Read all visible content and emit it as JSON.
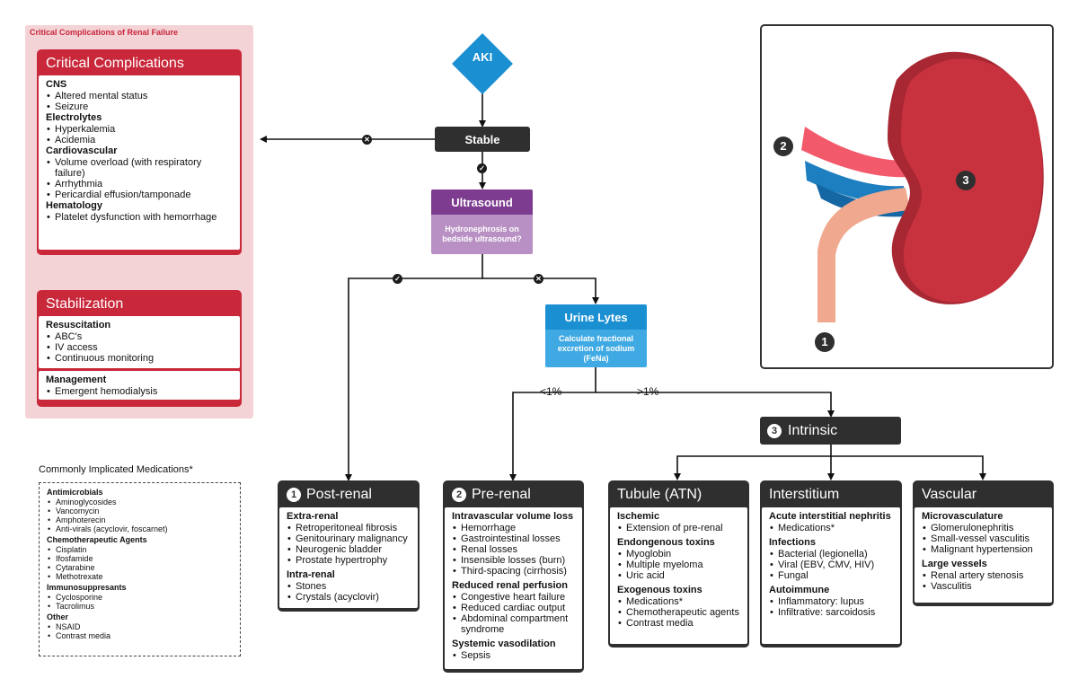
{
  "critical_panel": {
    "panel_title": "Critical Complications of Renal Failure",
    "complications": {
      "title": "Critical Complications",
      "sections": [
        {
          "title": "CNS",
          "items": [
            "Altered mental status",
            "Seizure"
          ]
        },
        {
          "title": "Electrolytes",
          "items": [
            "Hyperkalemia",
            "Acidemia"
          ]
        },
        {
          "title": "Cardiovascular",
          "items": [
            "Volume overload (with respiratory failure)",
            "Arrhythmia",
            "Pericardial effusion/tamponade"
          ]
        },
        {
          "title": "Hematology",
          "items": [
            "Platelet dysfunction with hemorrhage"
          ]
        }
      ]
    },
    "stabilization": {
      "title": "Stabilization",
      "resuscitation": {
        "title": "Resuscitation",
        "items": [
          "ABC's",
          "IV access",
          "Continuous monitoring"
        ]
      },
      "management": {
        "title": "Management",
        "items": [
          "Emergent hemodialysis"
        ]
      }
    }
  },
  "flow": {
    "aki": "AKI",
    "stable": "Stable",
    "ultrasound": {
      "title": "Ultrasound",
      "question": "Hydronephrosis on bedside ultrasound?"
    },
    "urine_lytes": {
      "title": "Urine Lytes",
      "text": "Calculate fractional excretion of sodium (FeNa)"
    },
    "fena_low": "<1%",
    "fena_high": ">1%",
    "intrinsic": {
      "number": "3",
      "title": "Intrinsic"
    }
  },
  "post_renal": {
    "number": "1",
    "title": "Post-renal",
    "sections": [
      {
        "title": "Extra-renal",
        "items": [
          "Retroperitoneal fibrosis",
          "Genitourinary malignancy",
          "Neurogenic bladder",
          "Prostate hypertrophy"
        ]
      },
      {
        "title": "Intra-renal",
        "items": [
          "Stones",
          "Crystals (acyclovir)"
        ]
      }
    ]
  },
  "pre_renal": {
    "number": "2",
    "title": "Pre-renal",
    "sections": [
      {
        "title": "Intravascular volume loss",
        "items": [
          "Hemorrhage",
          "Gastrointestinal losses",
          "Renal losses",
          "Insensible losses (burn)",
          "Third-spacing (cirrhosis)"
        ]
      },
      {
        "title": "Reduced renal perfusion",
        "items": [
          "Congestive heart failure",
          "Reduced cardiac output",
          "Abdominal compartment syndrome"
        ]
      },
      {
        "title": "Systemic vasodilation",
        "items": [
          "Sepsis"
        ]
      }
    ]
  },
  "tubule": {
    "title": "Tubule (ATN)",
    "sections": [
      {
        "title": "Ischemic",
        "items": [
          "Extension of pre-renal"
        ]
      },
      {
        "title": "Endongenous toxins",
        "items": [
          "Myoglobin",
          "Multiple myeloma",
          "Uric acid"
        ]
      },
      {
        "title": "Exogenous toxins",
        "items": [
          "Medications*",
          "Chemotherapeutic agents",
          "Contrast media"
        ]
      }
    ]
  },
  "interstitium": {
    "title": "Interstitium",
    "sections": [
      {
        "title": "Acute interstitial nephritis",
        "items": [
          "Medications*"
        ]
      },
      {
        "title": "Infections",
        "items": [
          "Bacterial (legionella)",
          "Viral (EBV, CMV, HIV)",
          "Fungal"
        ]
      },
      {
        "title": "Autoimmune",
        "items": [
          "Inflammatory: lupus",
          "Infiltrative: sarcoidosis"
        ]
      }
    ]
  },
  "vascular": {
    "title": "Vascular",
    "sections": [
      {
        "title": "Microvasculature",
        "items": [
          "Glomerulonephritis",
          "Small-vessel vasculitis",
          "Malignant hypertension"
        ]
      },
      {
        "title": "Large vessels",
        "items": [
          "Renal artery stenosis",
          "Vasculitis"
        ]
      }
    ]
  },
  "medications": {
    "title": "Commonly Implicated Medications*",
    "categories": [
      {
        "title": "Antimicrobials",
        "items": [
          "Aminoglycosides",
          "Vancomycin",
          "Amphoterecin",
          "Anti-virals (acyclovir, foscarnet)"
        ]
      },
      {
        "title": "Chemotherapeutic Agents",
        "items": [
          "Cisplatin",
          "Ifosfamide",
          "Cytarabine",
          "Methotrexate"
        ]
      },
      {
        "title": "Immunosuppresants",
        "items": [
          "Cyclosporine",
          "Tacrolimus"
        ]
      },
      {
        "title": "Other",
        "items": [
          "NSAID",
          "Contrast media"
        ]
      }
    ]
  },
  "kidney": {
    "labels": [
      "1",
      "2",
      "3"
    ]
  },
  "colors": {
    "critical_red": "#c9273a",
    "panel_pink": "#f4d3d6",
    "dark_box": "#2f2f2f",
    "aki_blue": "#1a8fd1",
    "ultrasound_purple": "#7d3c8f",
    "urine_blue": "#3fa9e3",
    "kidney_red": "#c8323f"
  }
}
